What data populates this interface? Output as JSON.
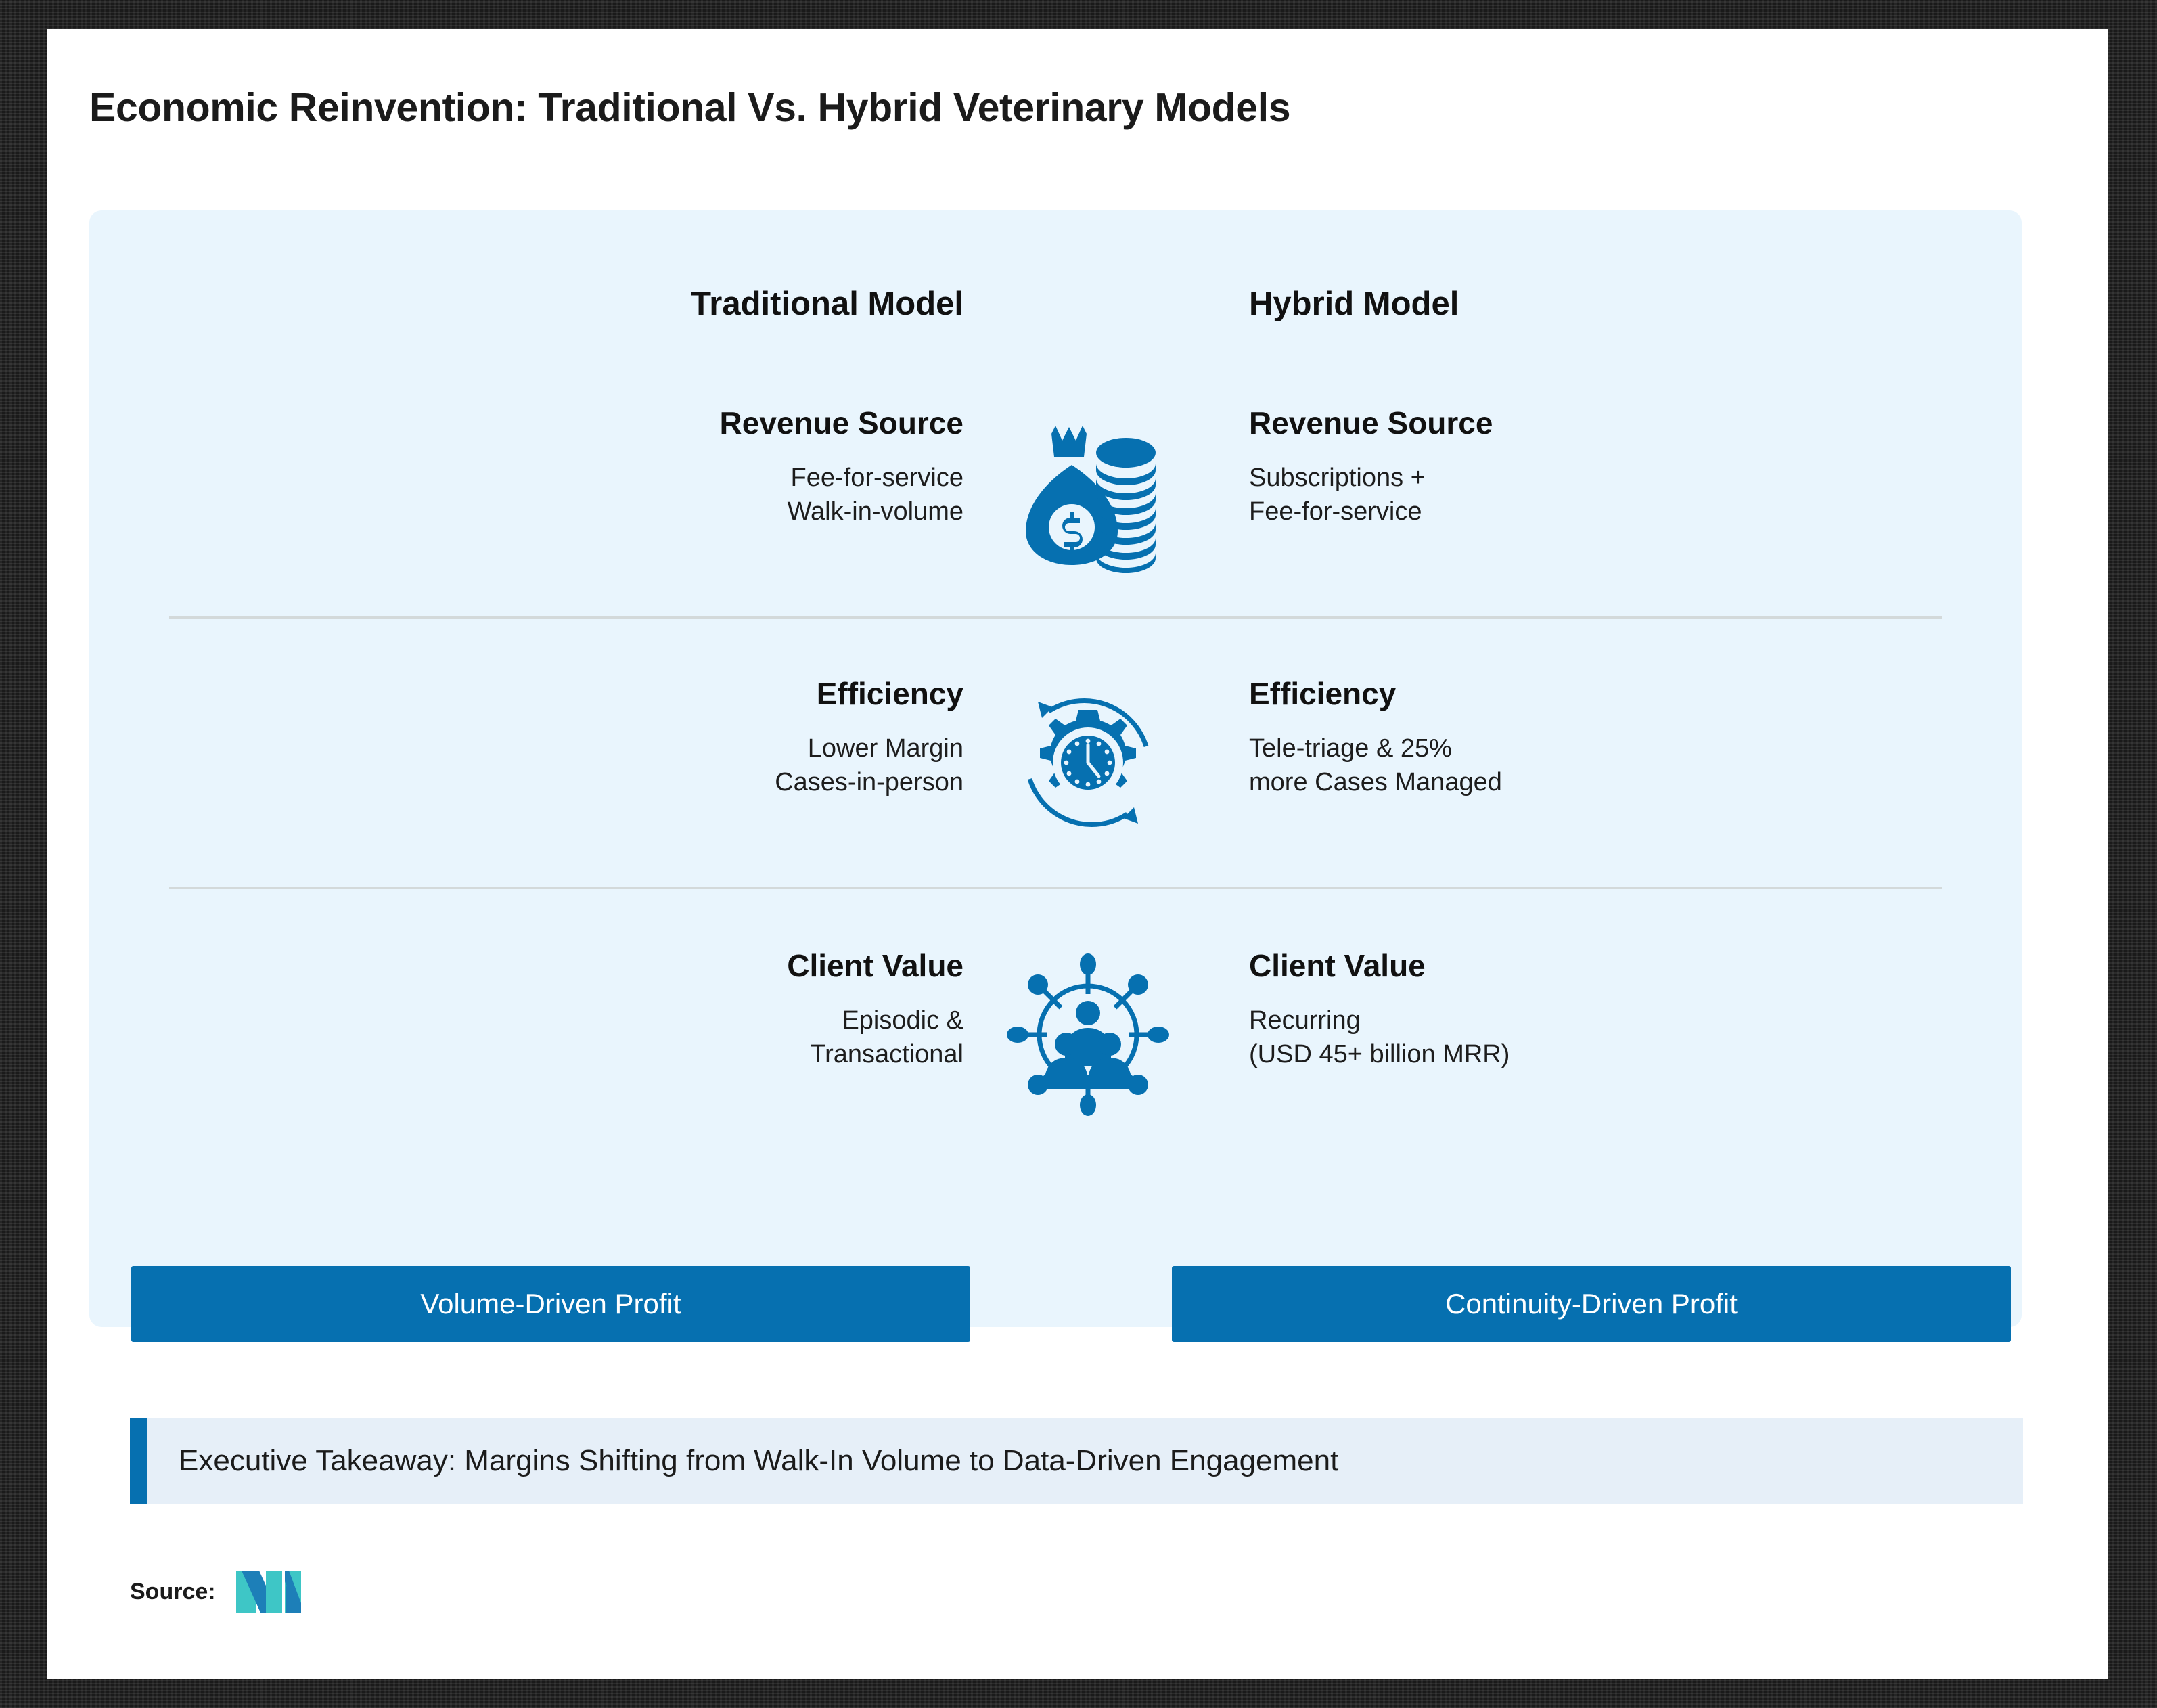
{
  "title": "Economic Reinvention: Traditional Vs. Hybrid Veterinary Models",
  "columns": {
    "traditional": "Traditional Model",
    "hybrid": "Hybrid Model"
  },
  "rows": [
    {
      "icon": "money-bag-coins-icon",
      "traditional": {
        "heading": "Revenue Source",
        "line1": "Fee-for-service",
        "line2": "Walk-in-volume"
      },
      "hybrid": {
        "heading": "Revenue Source",
        "line1": "Subscriptions +",
        "line2": "Fee-for-service"
      }
    },
    {
      "icon": "gear-clock-cycle-icon",
      "traditional": {
        "heading": "Efficiency",
        "line1": "Lower Margin",
        "line2": "Cases-in-person"
      },
      "hybrid": {
        "heading": "Efficiency",
        "line1": "Tele-triage & 25%",
        "line2": "more Cases Managed"
      }
    },
    {
      "icon": "people-network-icon",
      "traditional": {
        "heading": "Client Value",
        "line1": "Episodic &",
        "line2": "Transactional"
      },
      "hybrid": {
        "heading": "Client Value",
        "line1": "Recurring",
        "line2": "(USD 45+ billion MRR)"
      }
    }
  ],
  "pills": {
    "traditional": "Volume-Driven Profit",
    "hybrid": "Continuity-Driven Profit"
  },
  "takeaway": "Executive Takeaway: Margins Shifting from Walk-In Volume to Data-Driven Engagement",
  "source": {
    "label": "Source:",
    "logo": "mi-logo-icon"
  },
  "colors": {
    "accent_blue": "#0670b0",
    "panel_bg": "#e9f5fd",
    "takeaway_bg": "#e6eff8",
    "divider": "#d3d9da",
    "logo_teal": "#3ec6c6",
    "logo_blue": "#1d7fb8",
    "text": "#1b1b1b",
    "frame": "#1a1a1a"
  }
}
